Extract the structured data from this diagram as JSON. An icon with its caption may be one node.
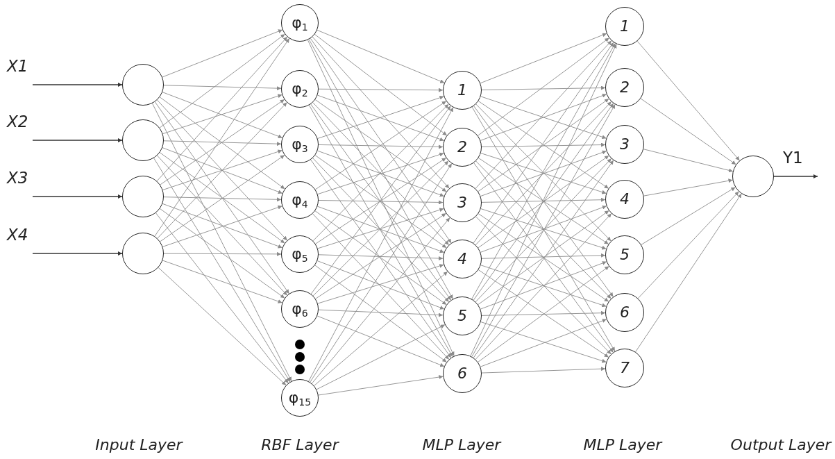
{
  "diagram": {
    "nodes": [
      {
        "text": [],
        "shape": "circle"
      },
      {
        "text": [],
        "shape": "circle"
      },
      {
        "text": [],
        "shape": "circle"
      },
      {
        "text": [],
        "shape": "circle"
      },
      {
        "text": [
          "φ$_{1}$"
        ]
      },
      {
        "text": [
          "φ$_{2}$"
        ]
      },
      {
        "text": [
          "φ$_{3}$"
        ]
      },
      {
        "text": [
          "φ$_{4}$"
        ]
      },
      {
        "text": [
          "φ$_{5}$"
        ]
      },
      {
        "text": [
          "φ$_{6}$"
        ]
      },
      {
        "text": [
          "φ$_{15}$"
        ]
      },
      {
        "text": [
          "1"
        ]
      },
      {
        "text": [
          "2"
        ]
      },
      {
        "text": [
          "3"
        ]
      },
      {
        "text": [
          "4"
        ]
      },
      {
        "text": [
          "5"
        ]
      },
      {
        "text": [
          "6"
        ]
      },
      {
        "text": [
          "1"
        ]
      },
      {
        "text": [
          "2"
        ]
      },
      {
        "text": [
          "3"
        ]
      },
      {
        "text": [
          "4"
        ]
      },
      {
        "text": [
          "5"
        ]
      },
      {
        "text": [
          "6"
        ]
      },
      {
        "text": [
          "7"
        ]
      },
      {
        "text": [],
        "shape": "circle"
      }
    ],
    "edges": [
      {
        "from": null,
        "to": 0,
        "arrow": "to",
        "label": "X1",
        "color": "#333333"
      },
      {
        "from": null,
        "to": 1,
        "arrow": "to",
        "label": "X2",
        "color": "#333333"
      },
      {
        "from": null,
        "to": 2,
        "arrow": "to",
        "label": "X3",
        "color": "#333333"
      },
      {
        "from": null,
        "to": 3,
        "arrow": "to",
        "label": "X4",
        "color": "#333333"
      },
      {
        "from": 0,
        "to": 4,
        "arrow": "to"
      },
      {
        "from": 0,
        "to": 5,
        "arrow": "to"
      },
      {
        "from": 0,
        "to": 6,
        "arrow": "to"
      },
      {
        "from": 0,
        "to": 7,
        "arrow": "to"
      },
      {
        "from": 0,
        "to": 8,
        "arrow": "to"
      },
      {
        "from": 0,
        "to": 9,
        "arrow": "to"
      },
      {
        "from": 0,
        "to": 10,
        "arrow": "to"
      },
      {
        "from": 1,
        "to": 4,
        "arrow": "to"
      },
      {
        "from": 1,
        "to": 5,
        "arrow": "to"
      },
      {
        "from": 1,
        "to": 6,
        "arrow": "to"
      },
      {
        "from": 1,
        "to": 7,
        "arrow": "to"
      },
      {
        "from": 1,
        "to": 8,
        "arrow": "to"
      },
      {
        "from": 1,
        "to": 9,
        "arrow": "to"
      },
      {
        "from": 1,
        "to": 10,
        "arrow": "to"
      },
      {
        "from": 2,
        "to": 4,
        "arrow": "to"
      },
      {
        "from": 2,
        "to": 5,
        "arrow": "to"
      },
      {
        "from": 2,
        "to": 6,
        "arrow": "to"
      },
      {
        "from": 2,
        "to": 7,
        "arrow": "to"
      },
      {
        "from": 2,
        "to": 8,
        "arrow": "to"
      },
      {
        "from": 2,
        "to": 9,
        "arrow": "to"
      },
      {
        "from": 2,
        "to": 10,
        "arrow": "to"
      },
      {
        "from": 3,
        "to": 4,
        "arrow": "to"
      },
      {
        "from": 3,
        "to": 5,
        "arrow": "to"
      },
      {
        "from": 3,
        "to": 6,
        "arrow": "to"
      },
      {
        "from": 3,
        "to": 7,
        "arrow": "to"
      },
      {
        "from": 3,
        "to": 8,
        "arrow": "to"
      },
      {
        "from": 3,
        "to": 9,
        "arrow": "to"
      },
      {
        "from": 3,
        "to": 10,
        "arrow": "to"
      },
      {
        "from": 4,
        "to": 11,
        "arrow": "to"
      },
      {
        "from": 4,
        "to": 12,
        "arrow": "to"
      },
      {
        "from": 4,
        "to": 13,
        "arrow": "to"
      },
      {
        "from": 4,
        "to": 14,
        "arrow": "to"
      },
      {
        "from": 4,
        "to": 15,
        "arrow": "to"
      },
      {
        "from": 4,
        "to": 16,
        "arrow": "to"
      },
      {
        "from": 5,
        "to": 11,
        "arrow": "to"
      },
      {
        "from": 5,
        "to": 12,
        "arrow": "to"
      },
      {
        "from": 5,
        "to": 13,
        "arrow": "to"
      },
      {
        "from": 5,
        "to": 14,
        "arrow": "to"
      },
      {
        "from": 5,
        "to": 15,
        "arrow": "to"
      },
      {
        "from": 5,
        "to": 16,
        "arrow": "to"
      },
      {
        "from": 6,
        "to": 11,
        "arrow": "to"
      },
      {
        "from": 6,
        "to": 12,
        "arrow": "to"
      },
      {
        "from": 6,
        "to": 13,
        "arrow": "to"
      },
      {
        "from": 6,
        "to": 14,
        "arrow": "to"
      },
      {
        "from": 6,
        "to": 15,
        "arrow": "to"
      },
      {
        "from": 6,
        "to": 16,
        "arrow": "to"
      },
      {
        "from": 7,
        "to": 11,
        "arrow": "to"
      },
      {
        "from": 7,
        "to": 12,
        "arrow": "to"
      },
      {
        "from": 7,
        "to": 13,
        "arrow": "to"
      },
      {
        "from": 7,
        "to": 14,
        "arrow": "to"
      },
      {
        "from": 7,
        "to": 15,
        "arrow": "to"
      },
      {
        "from": 7,
        "to": 16,
        "arrow": "to"
      },
      {
        "from": 8,
        "to": 11,
        "arrow": "to"
      },
      {
        "from": 8,
        "to": 12,
        "arrow": "to"
      },
      {
        "from": 8,
        "to": 13,
        "arrow": "to"
      },
      {
        "from": 8,
        "to": 14,
        "arrow": "to"
      },
      {
        "from": 8,
        "to": 15,
        "arrow": "to"
      },
      {
        "from": 8,
        "to": 16,
        "arrow": "to"
      },
      {
        "from": 9,
        "to": 11,
        "arrow": "to"
      },
      {
        "from": 9,
        "to": 12,
        "arrow": "to"
      },
      {
        "from": 9,
        "to": 13,
        "arrow": "to"
      },
      {
        "from": 9,
        "to": 14,
        "arrow": "to"
      },
      {
        "from": 9,
        "to": 15,
        "arrow": "to"
      },
      {
        "from": 9,
        "to": 16,
        "arrow": "to"
      },
      {
        "from": 10,
        "to": 11,
        "arrow": "to"
      },
      {
        "from": 10,
        "to": 12,
        "arrow": "to"
      },
      {
        "from": 10,
        "to": 13,
        "arrow": "to"
      },
      {
        "from": 10,
        "to": 14,
        "arrow": "to"
      },
      {
        "from": 10,
        "to": 15,
        "arrow": "to"
      },
      {
        "from": 10,
        "to": 16,
        "arrow": "to"
      },
      {
        "from": 11,
        "to": 17,
        "arrow": "to"
      },
      {
        "from": 11,
        "to": 18,
        "arrow": "to"
      },
      {
        "from": 11,
        "to": 19,
        "arrow": "to"
      },
      {
        "from": 11,
        "to": 20,
        "arrow": "to"
      },
      {
        "from": 11,
        "to": 21,
        "arrow": "to"
      },
      {
        "from": 11,
        "to": 22,
        "arrow": "to"
      },
      {
        "from": 11,
        "to": 23,
        "arrow": "to"
      },
      {
        "from": 12,
        "to": 17,
        "arrow": "to"
      },
      {
        "from": 12,
        "to": 18,
        "arrow": "to"
      },
      {
        "from": 12,
        "to": 19,
        "arrow": "to"
      },
      {
        "from": 12,
        "to": 20,
        "arrow": "to"
      },
      {
        "from": 12,
        "to": 21,
        "arrow": "to"
      },
      {
        "from": 12,
        "to": 22,
        "arrow": "to"
      },
      {
        "from": 12,
        "to": 23,
        "arrow": "to"
      },
      {
        "from": 13,
        "to": 17,
        "arrow": "to"
      },
      {
        "from": 13,
        "to": 18,
        "arrow": "to"
      },
      {
        "from": 13,
        "to": 19,
        "arrow": "to"
      },
      {
        "from": 13,
        "to": 20,
        "arrow": "to"
      },
      {
        "from": 13,
        "to": 21,
        "arrow": "to"
      },
      {
        "from": 13,
        "to": 22,
        "arrow": "to"
      },
      {
        "from": 13,
        "to": 23,
        "arrow": "to"
      },
      {
        "from": 14,
        "to": 17,
        "arrow": "to"
      },
      {
        "from": 14,
        "to": 18,
        "arrow": "to"
      },
      {
        "from": 14,
        "to": 19,
        "arrow": "to"
      },
      {
        "from": 14,
        "to": 20,
        "arrow": "to"
      },
      {
        "from": 14,
        "to": 21,
        "arrow": "to"
      },
      {
        "from": 14,
        "to": 22,
        "arrow": "to"
      },
      {
        "from": 14,
        "to": 23,
        "arrow": "to"
      },
      {
        "from": 15,
        "to": 17,
        "arrow": "to"
      },
      {
        "from": 15,
        "to": 18,
        "arrow": "to"
      },
      {
        "from": 15,
        "to": 19,
        "arrow": "to"
      },
      {
        "from": 15,
        "to": 20,
        "arrow": "to"
      },
      {
        "from": 15,
        "to": 21,
        "arrow": "to"
      },
      {
        "from": 15,
        "to": 22,
        "arrow": "to"
      },
      {
        "from": 15,
        "to": 23,
        "arrow": "to"
      },
      {
        "from": 16,
        "to": 17,
        "arrow": "to"
      },
      {
        "from": 16,
        "to": 18,
        "arrow": "to"
      },
      {
        "from": 16,
        "to": 19,
        "arrow": "to"
      },
      {
        "from": 16,
        "to": 20,
        "arrow": "to"
      },
      {
        "from": 16,
        "to": 21,
        "arrow": "to"
      },
      {
        "from": 16,
        "to": 22,
        "arrow": "to"
      },
      {
        "from": 16,
        "to": 23,
        "arrow": "to"
      },
      {
        "from": 17,
        "to": 24,
        "arrow": "to"
      },
      {
        "from": 18,
        "to": 24,
        "arrow": "to"
      },
      {
        "from": 19,
        "to": 24,
        "arrow": "to"
      },
      {
        "from": 20,
        "to": 24,
        "arrow": "to"
      },
      {
        "from": 21,
        "to": 24,
        "arrow": "to"
      },
      {
        "from": 22,
        "to": 24,
        "arrow": "to"
      },
      {
        "from": 23,
        "to": 24,
        "arrow": "to"
      },
      {
        "from": 24,
        "to": null,
        "arrow": "to",
        "label": "Y1",
        "color": "#333333"
      }
    ],
    "labels": [
      "Input Layer",
      "RBF Layer",
      "MLP Layer",
      "MLP Layer",
      "Output Layer"
    ]
  }
}
